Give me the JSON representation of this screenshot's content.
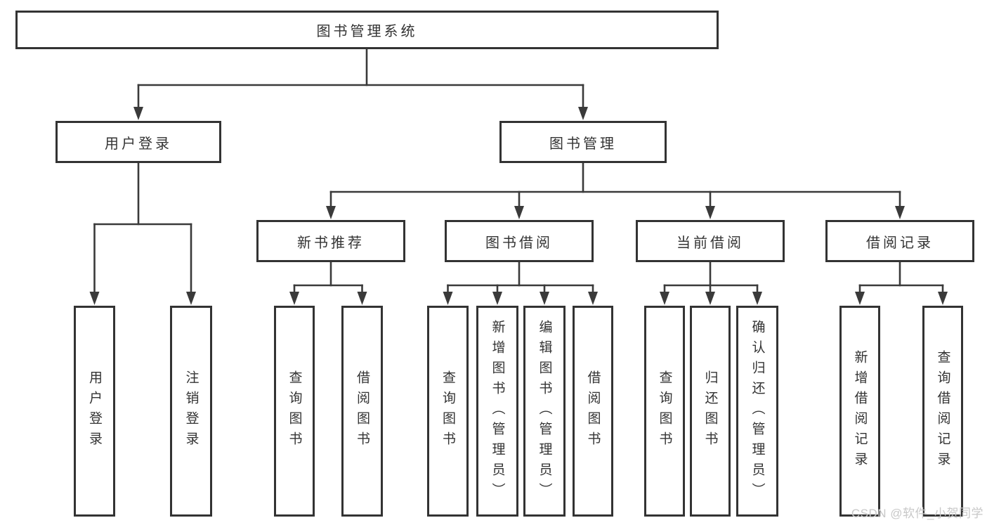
{
  "diagram": {
    "watermark": "CSDN @软件_小贺同学",
    "colors": {
      "background": "#ffffff",
      "box_border": "#333333",
      "text": "#333333",
      "connector_line": "#3a3a3a",
      "watermark_text": "#c8c8c8"
    },
    "nodes": {
      "root": {
        "label": "图书管理系统"
      },
      "user_login": {
        "label": "用户登录"
      },
      "book_management": {
        "label": "图书管理"
      },
      "new_book_recommend": {
        "label": "新书推荐"
      },
      "book_borrow": {
        "label": "图书借阅"
      },
      "current_borrow": {
        "label": "当前借阅"
      },
      "borrow_record": {
        "label": "借阅记录"
      },
      "leaf_user_login": {
        "label": "用户登录"
      },
      "leaf_logout": {
        "label": "注销登录"
      },
      "leaf_query_book_1": {
        "label": "查询图书"
      },
      "leaf_borrow_book_1": {
        "label": "借阅图书"
      },
      "leaf_query_book_2": {
        "label": "查询图书"
      },
      "leaf_add_book_admin": {
        "label": "新增图书（管理员）"
      },
      "leaf_edit_book_admin": {
        "label": "编辑图书（管理员）"
      },
      "leaf_borrow_book_2": {
        "label": "借阅图书"
      },
      "leaf_query_book_3": {
        "label": "查询图书"
      },
      "leaf_return_book": {
        "label": "归还图书"
      },
      "leaf_confirm_return_admin": {
        "label": "确认归还（管理员）"
      },
      "leaf_add_borrow_record": {
        "label": "新增借阅记录"
      },
      "leaf_query_borrow_record": {
        "label": "查询借阅记录"
      }
    }
  }
}
